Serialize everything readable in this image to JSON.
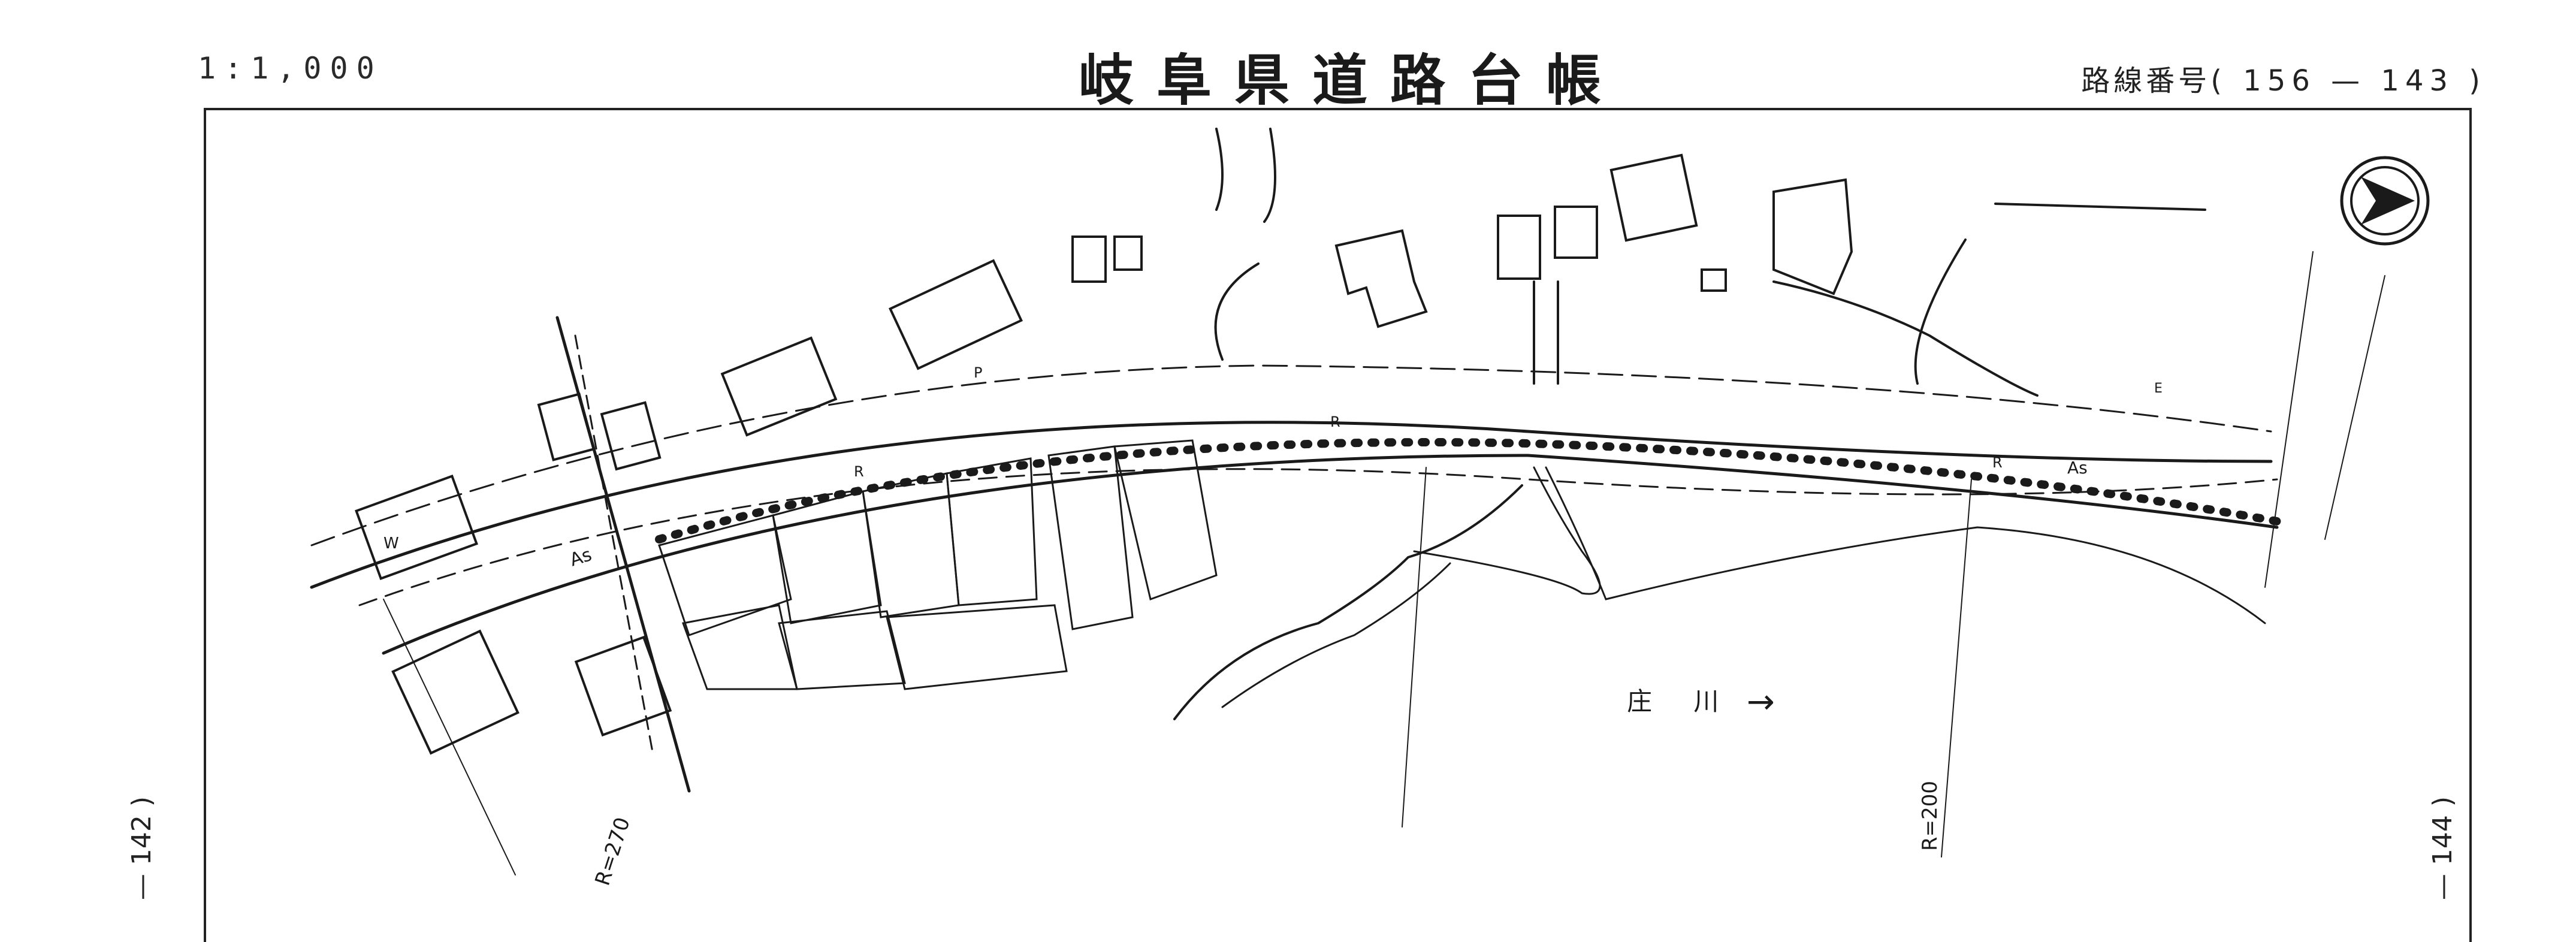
{
  "header": {
    "scale": "1:1,000",
    "title": "岐阜県道路台帳",
    "route_label": "路線番号",
    "route_numbers": "( 156 — 143 )"
  },
  "side_labels": {
    "left": "— 142 )",
    "right": "— 144 )"
  },
  "map": {
    "river_label": "庄 川",
    "river_arrow": "→",
    "radius_left": "R=270",
    "radius_right": "R=200",
    "surface_labels": [
      "As",
      "As"
    ],
    "marker_R": "R",
    "marker_W": "W",
    "marker_P": "P",
    "marker_E": "E",
    "north_arrow": "north-arrow"
  },
  "colors": {
    "ink": "#1a1a1a",
    "paper": "#ffffff"
  }
}
